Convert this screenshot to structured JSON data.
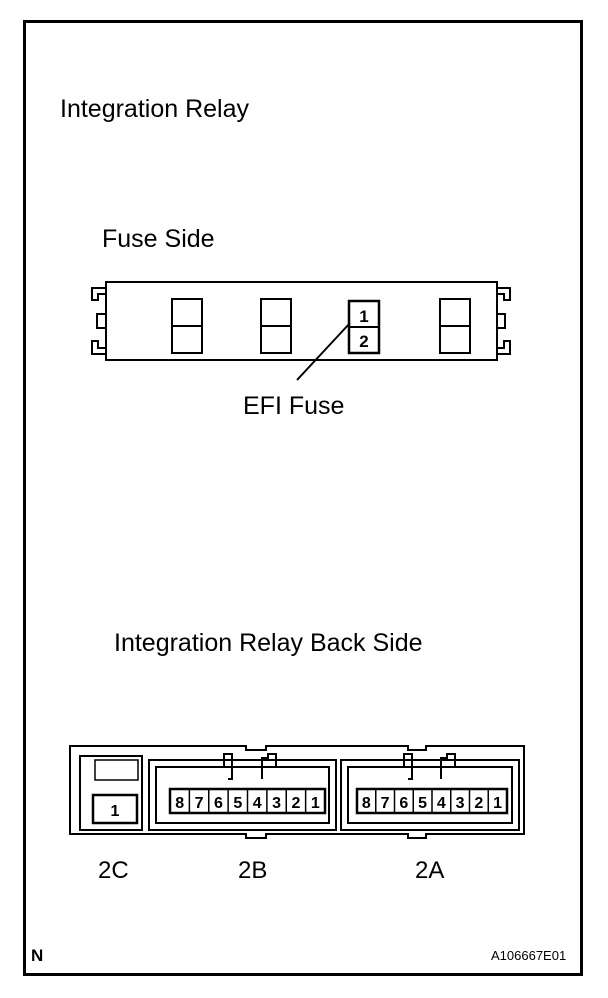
{
  "title": "Integration Relay",
  "fuse_side": {
    "heading": "Fuse Side",
    "efi_fuse_label": "EFI Fuse",
    "terminal_top": "1",
    "terminal_bottom": "2"
  },
  "back_side": {
    "heading": "Integration Relay Back Side",
    "connector_2c": {
      "name": "2C",
      "pins": [
        "1"
      ]
    },
    "connector_2b": {
      "name": "2B",
      "pins": [
        "8",
        "7",
        "6",
        "5",
        "4",
        "3",
        "2",
        "1"
      ]
    },
    "connector_2a": {
      "name": "2A",
      "pins": [
        "8",
        "7",
        "6",
        "5",
        "4",
        "3",
        "2",
        "1"
      ]
    }
  },
  "footer": {
    "corner_mark": "N",
    "figure_code": "A106667E01"
  }
}
